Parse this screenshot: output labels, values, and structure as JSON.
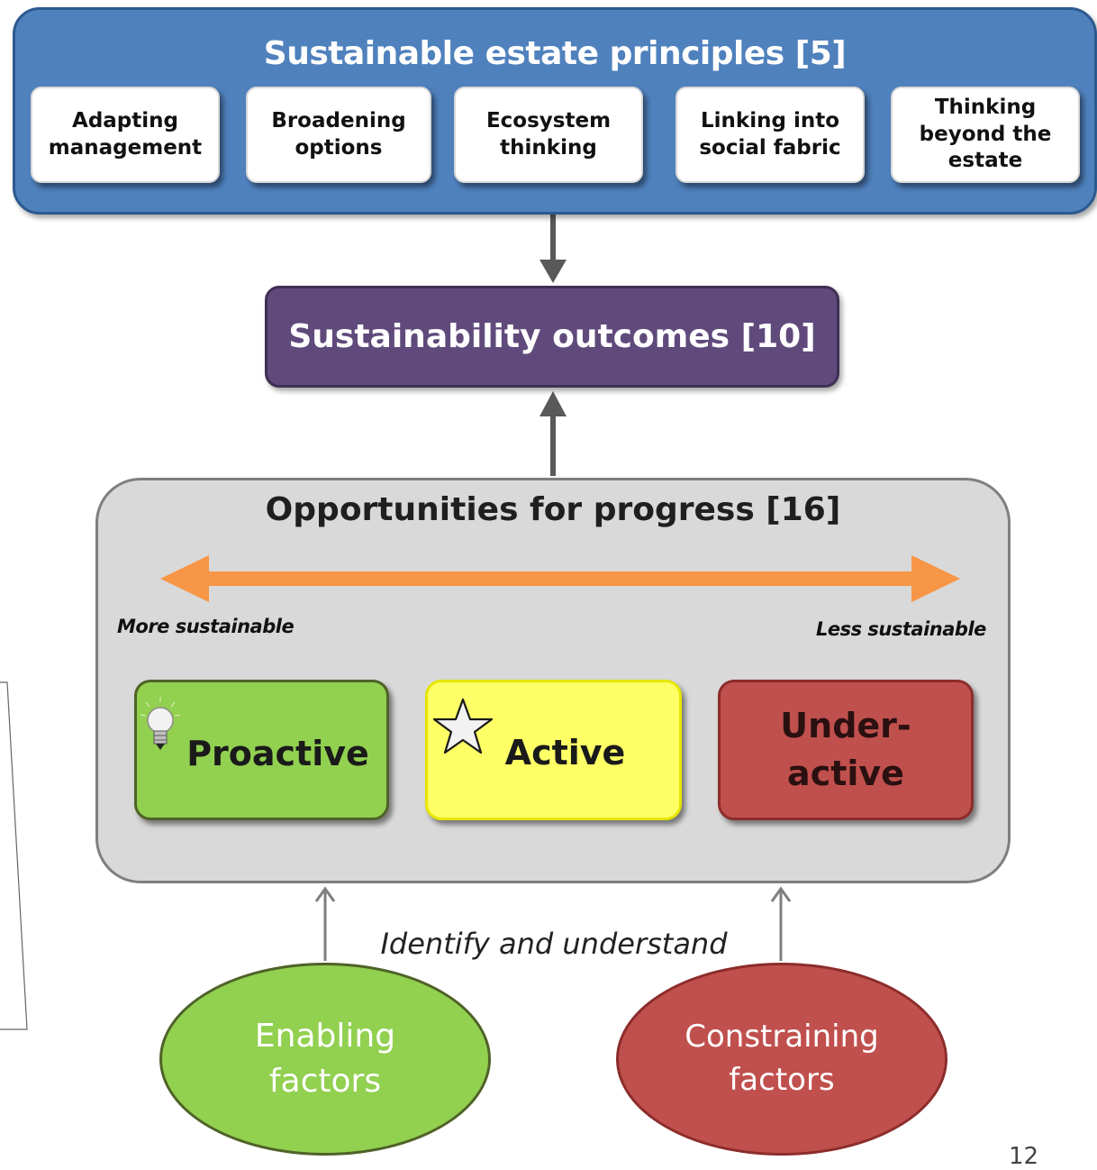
{
  "principles": {
    "title": "Sustainable estate principles [5]",
    "items": [
      {
        "label": "Adapting management"
      },
      {
        "label": "Broadening options"
      },
      {
        "label": "Ecosystem thinking"
      },
      {
        "label": "Linking into social fabric"
      },
      {
        "label": "Thinking beyond the estate"
      }
    ]
  },
  "outcomes": {
    "title": "Sustainability outcomes [10]"
  },
  "opportunities": {
    "title": "Opportunities for progress [16]",
    "scale": {
      "left": "More sustainable",
      "right": "Less sustainable"
    },
    "states": [
      {
        "label": "Proactive",
        "icon": "lightbulb-icon",
        "color": "#92d050"
      },
      {
        "label": "Active",
        "icon": "star-icon",
        "color": "#ffff66"
      },
      {
        "label": "Under-active",
        "color": "#c0504d"
      }
    ]
  },
  "identify": "Identify and understand",
  "factors": {
    "enabling": {
      "label": "Enabling factors",
      "color": "#92d050"
    },
    "constraining": {
      "label": "Constraining factors",
      "color": "#c0504d"
    }
  },
  "page_number": "12",
  "colors": {
    "principles_blue": "#4f81bd",
    "outcomes_purple": "#604a7b",
    "scale_arrow_orange": "#f79646",
    "connector_gray": "#595959"
  }
}
